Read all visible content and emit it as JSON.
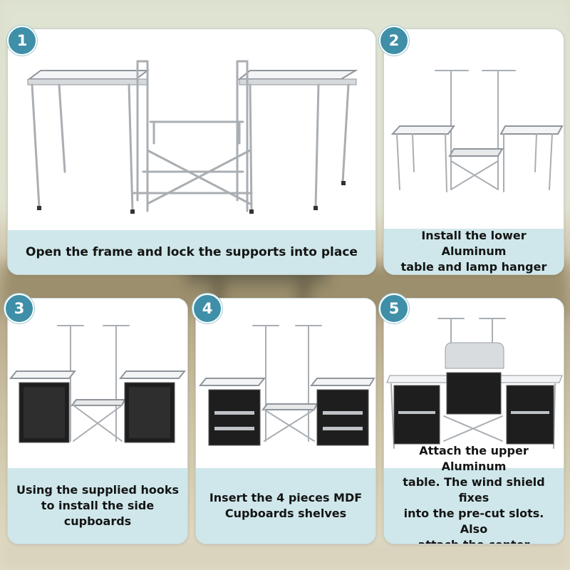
{
  "steps": [
    {
      "number": "1",
      "caption": "Open the frame and lock the supports into place"
    },
    {
      "number": "2",
      "caption": "Install the lower Aluminum\ntable and lamp hanger"
    },
    {
      "number": "3",
      "caption": "Using the supplied hooks\nto install the side\ncupboards"
    },
    {
      "number": "4",
      "caption": "Insert the 4 pieces MDF\nCupboards shelves"
    },
    {
      "number": "5",
      "caption": "Attach the upper Aluminum\ntable. The wind shield fixes\ninto the pre-cut slots. Also\nattach the center cupboard"
    }
  ],
  "colors": {
    "badge": "#3f8fa8",
    "caption_background": "#cfe7ea",
    "panel_border": "#c9d3d3"
  }
}
